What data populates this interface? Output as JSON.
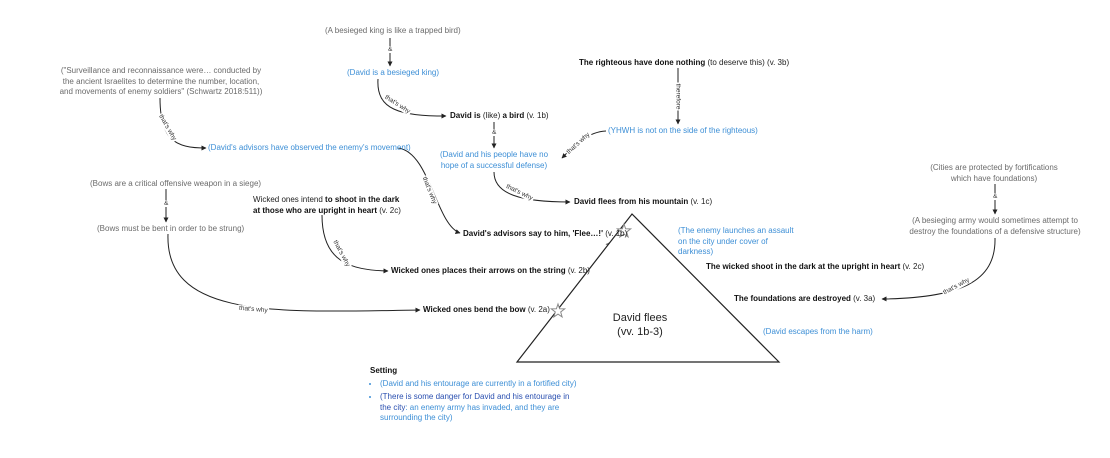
{
  "nodes": {
    "besieged_king_bird": "(A besieged king is like a trapped bird)",
    "david_besieged": "(David is a besieged king)",
    "david_is_bird": {
      "a": "David is",
      "b": " (like) ",
      "c": "a bird",
      "d": " (v. 1b)"
    },
    "surveillance": "(\"Surveillance and reconnaissance were… conducted by the ancient Israelites to determine the number, location, and movements of enemy soldiers\" (Schwartz 2018:511))",
    "advisors_observed": "(David's advisors have observed the enemy's movement)",
    "righteous_nothing": {
      "a": "The righteous have done nothing",
      "b": " (to deserve this) (v. 3b)"
    },
    "yhwh_not_side": "(YHWH is not on the side of the righteous)",
    "no_hope": "(David and his people have no hope of a successful defense)",
    "david_flees_mountain": {
      "a": "David flees from his mountain",
      "b": " (v. 1c)"
    },
    "bows_weapon": "(Bows are a critical offensive weapon in a siege)",
    "bows_bent": "(Bows must be bent in order to be strung)",
    "wicked_intend": {
      "a": "Wicked ones intend ",
      "b": "to shoot in the dark at those who are upright in heart",
      "c": " (v. 2c)"
    },
    "advisors_say": {
      "a": "David's advisors say to him, 'Flee…!'",
      "b": " (v. 1b)"
    },
    "wicked_arrows": {
      "a": "Wicked ones places their arrows on the string",
      "b": " (v. 2b)"
    },
    "wicked_bend": {
      "a": "Wicked ones bend the bow",
      "b": " (v. 2a)"
    },
    "enemy_assault": "(The enemy launches an assault on the city under cover of darkness)",
    "wicked_shoot": {
      "a": "The wicked shoot in the dark at the upright in heart",
      "b": " (v. 2c)"
    },
    "cities_protected": "(Cities are protected by fortifications which have foundations)",
    "besieging_army": "(A besieging army would sometimes attempt to destroy the foundations of a defensive structure)",
    "foundations_destroyed": {
      "a": "The foundations are destroyed",
      "b": " (v. 3a)"
    },
    "david_escapes": "(David escapes from the harm)",
    "triangle_title": "David flees",
    "triangle_range": "(vv. 1b-3)"
  },
  "edge_labels": {
    "amp": "&",
    "thats_why": "that's why",
    "therefore": "therefore"
  },
  "setting": {
    "heading": "Setting",
    "item1": "(David and his entourage are currently in a fortified city)",
    "item2_a": "(There is some danger for David and his entourage in the city",
    "item2_b": ": an enemy army has invaded, and they are surrounding the city)"
  },
  "colors": {
    "gray_text": "#6b6b6b",
    "blue_text": "#3d8fd6",
    "dark_blue_text": "#2a4fb0",
    "line": "#222222"
  },
  "icons": [
    "star-icon",
    "star-icon"
  ]
}
